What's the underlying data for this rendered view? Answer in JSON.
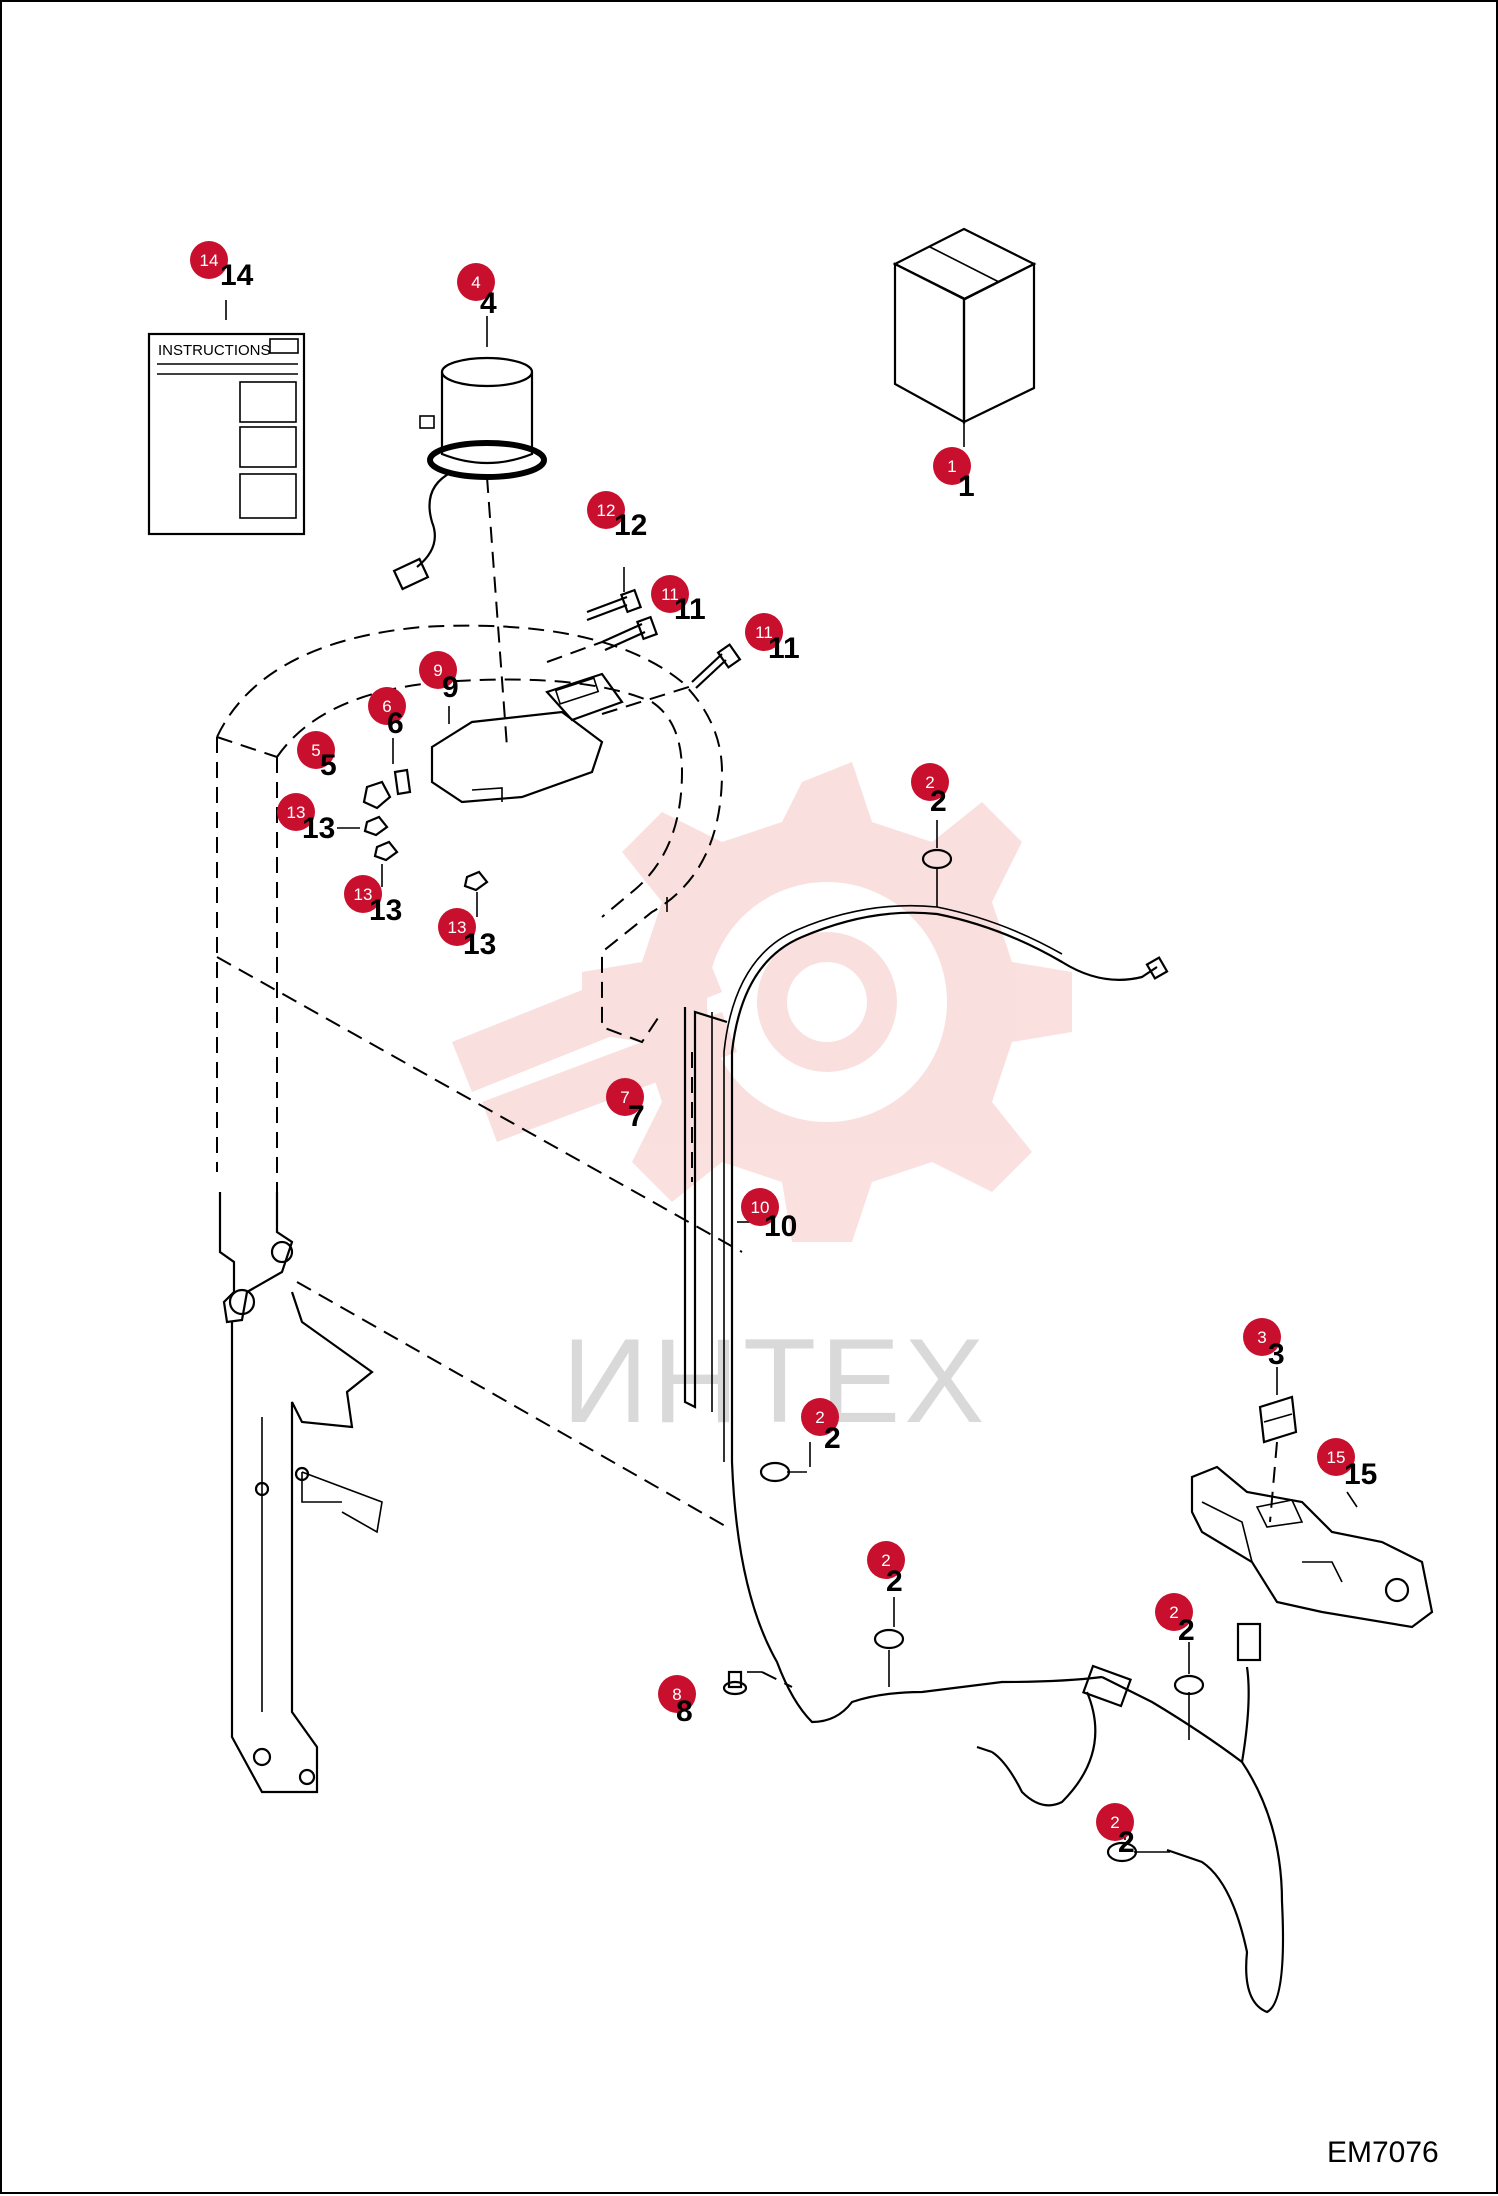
{
  "diagram": {
    "reference_code": "EM7076",
    "watermark_text": "ИНТЕХ",
    "instructions_sheet_label": "INSTRUCTIONS",
    "colors": {
      "badge": "#c8102e",
      "badge_text": "#ffffff",
      "watermark_gear": "#f7c6c6",
      "line": "#000000"
    },
    "callouts": [
      {
        "id": "14",
        "label": "14"
      },
      {
        "id": "4",
        "label": "4"
      },
      {
        "id": "1",
        "label": "1"
      },
      {
        "id": "12",
        "label": "12"
      },
      {
        "id": "11a",
        "label": "11"
      },
      {
        "id": "11b",
        "label": "11"
      },
      {
        "id": "9",
        "label": "9"
      },
      {
        "id": "6",
        "label": "6"
      },
      {
        "id": "5",
        "label": "5"
      },
      {
        "id": "13a",
        "label": "13"
      },
      {
        "id": "13b",
        "label": "13"
      },
      {
        "id": "13c",
        "label": "13"
      },
      {
        "id": "2a",
        "label": "2"
      },
      {
        "id": "7",
        "label": "7"
      },
      {
        "id": "10",
        "label": "10"
      },
      {
        "id": "3",
        "label": "3"
      },
      {
        "id": "2b",
        "label": "2"
      },
      {
        "id": "15",
        "label": "15"
      },
      {
        "id": "2c",
        "label": "2"
      },
      {
        "id": "2d",
        "label": "2"
      },
      {
        "id": "8",
        "label": "8"
      },
      {
        "id": "2e",
        "label": "2"
      }
    ]
  }
}
